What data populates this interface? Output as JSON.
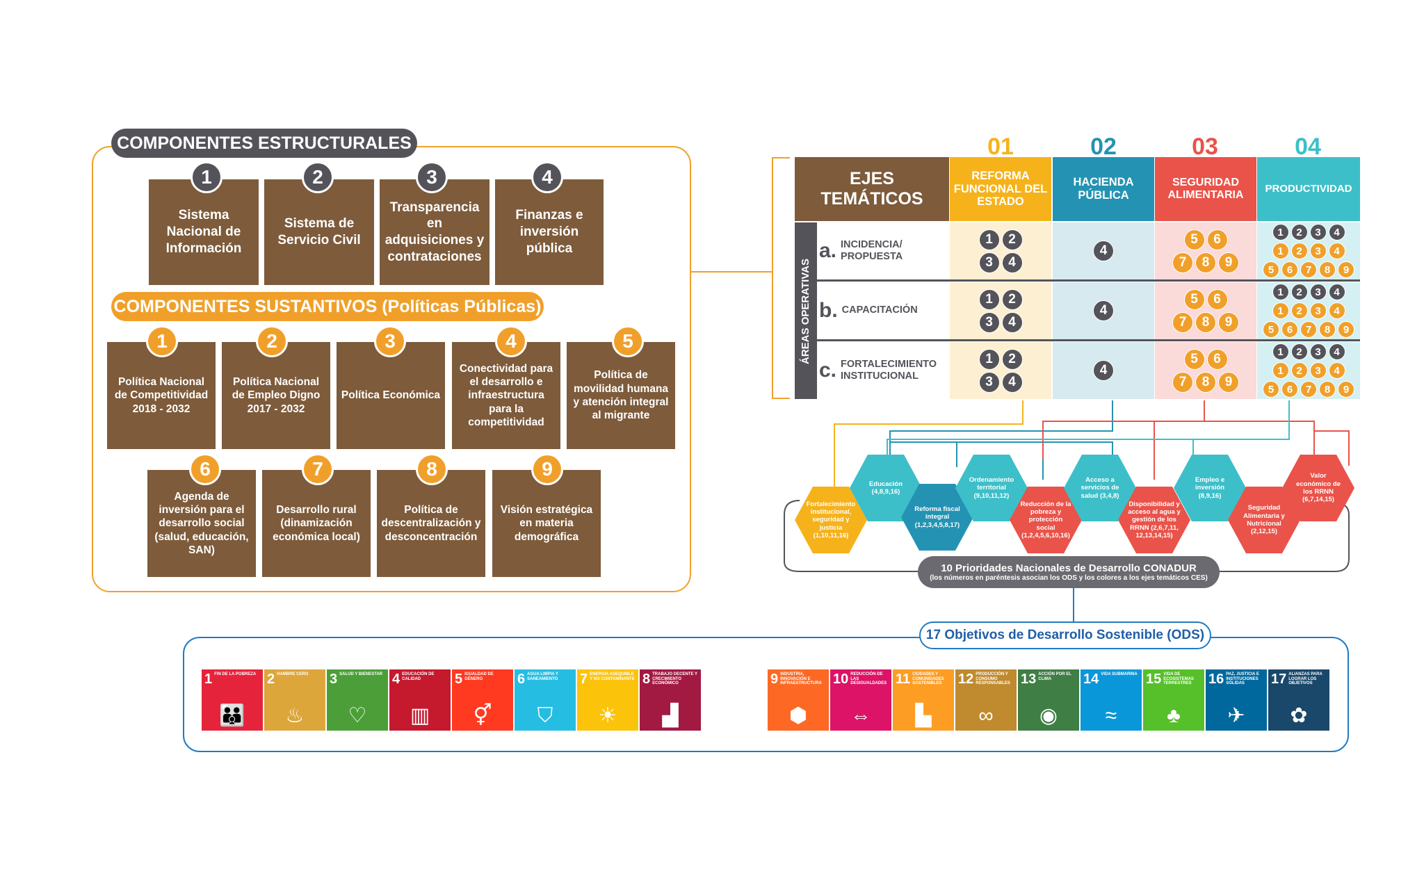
{
  "estructurales": {
    "title": "COMPONENTES ESTRUCTURALES",
    "items": [
      {
        "num": "1",
        "label": "Sistema Nacional de Información"
      },
      {
        "num": "2",
        "label": "Sistema de Servicio Civil"
      },
      {
        "num": "3",
        "label": "Transparencia en adquisiciones y contrataciones"
      },
      {
        "num": "4",
        "label": "Finanzas e inversión pública"
      }
    ]
  },
  "sustantivos": {
    "title": "COMPONENTES SUSTANTIVOS (Políticas Públicas)",
    "items": [
      {
        "num": "1",
        "label": "Política Nacional de Competitividad 2018 - 2032"
      },
      {
        "num": "2",
        "label": "Política Nacional de Empleo Digno 2017 - 2032"
      },
      {
        "num": "3",
        "label": "Política Económica"
      },
      {
        "num": "4",
        "label": "Conectividad para el desarrollo e infraestructura para la competitividad"
      },
      {
        "num": "5",
        "label": "Política de movilidad humana y atención integral al migrante"
      },
      {
        "num": "6",
        "label": "Agenda de inversión para el desarrollo social (salud, educación, SAN)"
      },
      {
        "num": "7",
        "label": "Desarrollo rural (dinamización económica local)"
      },
      {
        "num": "8",
        "label": "Política de descentralización y desconcentración"
      },
      {
        "num": "9",
        "label": "Visión estratégica en materia demográfica"
      }
    ]
  },
  "matrix": {
    "ejes_title": "EJES TEMÁTICOS",
    "areas_title": "ÁREAS OPERATIVAS",
    "columns": [
      {
        "num": "01",
        "label": "REFORMA FUNCIONAL DEL ESTADO",
        "color": "#f5b21a",
        "light": "#fdf0d2"
      },
      {
        "num": "02",
        "label": "HACIENDA PÚBLICA",
        "color": "#2493b3",
        "light": "#d6eaf0"
      },
      {
        "num": "03",
        "label": "SEGURIDAD ALIMENTARIA",
        "color": "#e9534a",
        "light": "#fbdada"
      },
      {
        "num": "04",
        "label": "PRODUCTIVIDAD",
        "color": "#3dbfc9",
        "light": "#d5f0f2"
      }
    ],
    "rows": [
      {
        "letter": "a.",
        "label": "INCIDENCIA/ PROPUESTA"
      },
      {
        "letter": "b.",
        "label": "CAPACITACIÓN"
      },
      {
        "letter": "c.",
        "label": "FORTALECIMIENTO INSTITUCIONAL"
      }
    ],
    "cell_values": {
      "col1": [
        [
          "1",
          "2"
        ],
        [
          "3",
          "4"
        ]
      ],
      "col2": [
        [
          "4"
        ]
      ],
      "col3": [
        [
          "5",
          "6"
        ],
        [
          "7",
          "8",
          "9"
        ]
      ],
      "col4_gray": [
        "1",
        "2",
        "3",
        "4"
      ],
      "col4_orange": [
        [
          "1",
          "2",
          "3",
          "4"
        ],
        [
          "5",
          "6",
          "7",
          "8",
          "9"
        ]
      ]
    }
  },
  "prioridades": {
    "items": [
      {
        "label": "Fortalecimiento institucional, seguridad y justicia (1,10,11,16)",
        "color": "#f5b21a"
      },
      {
        "label": "Educación (4,8,9,16)",
        "color": "#3dbfc9"
      },
      {
        "label": "Reforma fiscal integral (1,2,3,4,5,8,17)",
        "color": "#2493b3"
      },
      {
        "label": "Ordenamiento territorial (9,10,11,12)",
        "color": "#3dbfc9"
      },
      {
        "label": "Reducción de la pobreza y protección social (1,2,4,5,6,10,16)",
        "color": "#e9534a"
      },
      {
        "label": "Acceso a servicios de salud (3,4,8)",
        "color": "#3dbfc9"
      },
      {
        "label": "Disponibilidad y acceso al agua y gestión de los RRNN (2,6,7,11, 12,13,14,15)",
        "color": "#e9534a"
      },
      {
        "label": "Empleo e inversión (8,9,16)",
        "color": "#3dbfc9"
      },
      {
        "label": "Seguridad Alimentaria y Nutricional (2,12,15)",
        "color": "#e9534a"
      },
      {
        "label": "Valor económico de los RRNN (6,7,14,15)",
        "color": "#e9534a"
      }
    ],
    "title": "10 Prioridades Nacionales de Desarrollo CONADUR",
    "subtitle": "(los números en paréntesis asocian los ODS y los colores a los ejes temáticos CES)"
  },
  "ods": {
    "title": "17 Objetivos de Desarrollo Sostenible (ODS)",
    "goals": [
      {
        "num": "1",
        "label": "FIN DE LA POBREZA",
        "color": "#e5243b",
        "icon": "family-icon",
        "glyph": "👪"
      },
      {
        "num": "2",
        "label": "HAMBRE CERO",
        "color": "#dda63a",
        "icon": "bowl-icon",
        "glyph": "♨"
      },
      {
        "num": "3",
        "label": "SALUD Y BIENESTAR",
        "color": "#4c9f38",
        "icon": "heartbeat-icon",
        "glyph": "♡"
      },
      {
        "num": "4",
        "label": "EDUCACIÓN DE CALIDAD",
        "color": "#c5192d",
        "icon": "book-icon",
        "glyph": "▥"
      },
      {
        "num": "5",
        "label": "IGUALDAD DE GÉNERO",
        "color": "#ff3a21",
        "icon": "gender-icon",
        "glyph": "⚥"
      },
      {
        "num": "6",
        "label": "AGUA LIMPIA Y SANEAMIENTO",
        "color": "#26bde2",
        "icon": "water-icon",
        "glyph": "⛉"
      },
      {
        "num": "7",
        "label": "ENERGÍA ASEQUIBLE Y NO CONTAMINANTE",
        "color": "#fcc30b",
        "icon": "sun-icon",
        "glyph": "☀"
      },
      {
        "num": "8",
        "label": "TRABAJO DECENTE Y CRECIMIENTO ECONÓMICO",
        "color": "#a21942",
        "icon": "growth-chart-icon",
        "glyph": "▟"
      },
      {
        "num": "9",
        "label": "INDUSTRIA, INNOVACIÓN E INFRAESTRUCTURA",
        "color": "#fd6925",
        "icon": "cubes-icon",
        "glyph": "⬢"
      },
      {
        "num": "10",
        "label": "REDUCCIÓN DE LAS DESIGUALDADES",
        "color": "#dd1367",
        "icon": "equal-icon",
        "glyph": "⇔"
      },
      {
        "num": "11",
        "label": "CIUDADES Y COMUNIDADES SOSTENIBLES",
        "color": "#fd9d24",
        "icon": "city-icon",
        "glyph": "▙"
      },
      {
        "num": "12",
        "label": "PRODUCCIÓN Y CONSUMO RESPONSABLES",
        "color": "#bf8b2e",
        "icon": "infinity-icon",
        "glyph": "∞"
      },
      {
        "num": "13",
        "label": "ACCIÓN POR EL CLIMA",
        "color": "#3f7e44",
        "icon": "eye-globe-icon",
        "glyph": "◉"
      },
      {
        "num": "14",
        "label": "VIDA SUBMARINA",
        "color": "#0a97d9",
        "icon": "fish-icon",
        "glyph": "≈"
      },
      {
        "num": "15",
        "label": "VIDA DE ECOSISTEMAS TERRESTRES",
        "color": "#56c02b",
        "icon": "tree-icon",
        "glyph": "♣"
      },
      {
        "num": "16",
        "label": "PAZ, JUSTICIA E INSTITUCIONES SÓLIDAS",
        "color": "#00689d",
        "icon": "dove-icon",
        "glyph": "✈"
      },
      {
        "num": "17",
        "label": "ALIANZAS PARA LOGRAR LOS OBJETIVOS",
        "color": "#19486a",
        "icon": "flower-icon",
        "glyph": "✿"
      }
    ]
  }
}
